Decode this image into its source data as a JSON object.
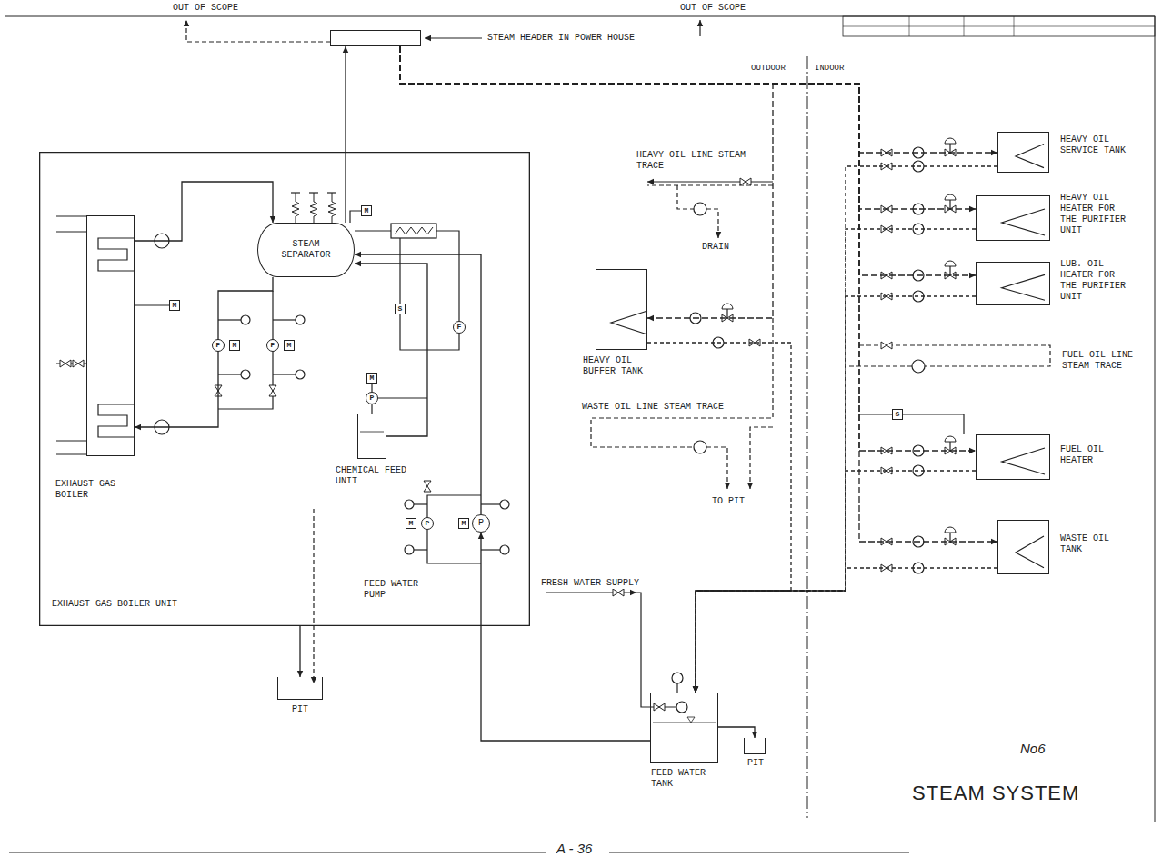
{
  "diagram": {
    "title": "STEAM SYSTEM",
    "nodes": [
      {
        "text": [
          "EXHAUST GAS BOILER UNIT"
        ]
      },
      {
        "text": [
          "EXHAUST GAS BOILER"
        ],
        "in": 0
      },
      {
        "text": [
          "STEAM SEPARATOR"
        ],
        "in": 0
      },
      {
        "text": [
          "CHEMICAL FEED UNIT"
        ],
        "in": 0
      },
      {
        "text": [
          "P",
          "FEED WATER PUMP"
        ],
        "in": 0
      },
      {
        "text": [
          "STEAM HEADER IN POWER HOUSE"
        ]
      },
      {
        "text": [
          "HEAVY OIL BUFFER TANK"
        ]
      },
      {
        "text": [
          "FEED WATER TANK"
        ]
      },
      {
        "text": [
          "HEAVY OIL SERVICE TANK"
        ]
      },
      {
        "text": [
          "HEAVY OIL HEATER FOR THE PURIFIER UNIT"
        ]
      },
      {
        "text": [
          "LUB. OIL HEATER FOR THE PURIFIER UNIT"
        ]
      },
      {
        "text": [
          "FUEL OIL HEATER"
        ]
      },
      {
        "text": [
          "WASTE OIL TANK"
        ]
      },
      {
        "text": [
          "PIT"
        ]
      },
      {
        "text": [
          "PIT"
        ]
      }
    ],
    "edges": [
      {
        "from": 2,
        "to": 5,
        "arrow": "to"
      },
      {
        "from": 1,
        "to": 2,
        "arrow": "to"
      },
      {
        "from": 2,
        "to": 1,
        "arrow": "to"
      },
      {
        "from": 4,
        "to": 2,
        "arrow": "to"
      },
      {
        "from": 7,
        "to": 4,
        "arrow": "to"
      },
      {
        "from": 3,
        "to": 2,
        "arrow": "to"
      },
      {
        "from": 5,
        "to": 8,
        "arrow": "to"
      },
      {
        "from": 5,
        "to": 9,
        "arrow": "to"
      },
      {
        "from": 5,
        "to": 10,
        "arrow": "to"
      },
      {
        "from": 5,
        "to": 11,
        "arrow": "to"
      },
      {
        "from": 5,
        "to": 12,
        "arrow": "to"
      },
      {
        "from": 5,
        "to": 6,
        "arrow": "to"
      },
      {
        "from": 8,
        "to": 7,
        "arrow": "to"
      },
      {
        "from": 9,
        "to": 7,
        "arrow": "to"
      },
      {
        "from": 10,
        "to": 7,
        "arrow": "to"
      },
      {
        "from": 11,
        "to": 7,
        "arrow": "to"
      },
      {
        "from": 12,
        "to": 7,
        "arrow": "to"
      },
      {
        "from": 6,
        "to": 7,
        "arrow": "to"
      },
      {
        "from": 0,
        "to": 13,
        "arrow": "to"
      },
      {
        "from": 7,
        "to": 14,
        "arrow": "to"
      }
    ],
    "labels": [
      "OUT OF SCOPE",
      "OUT OF SCOPE",
      "OUTDOOR",
      "INDOOR",
      "HEAVY OIL LINE STEAM TRACE",
      "DRAIN",
      "WASTE OIL LINE STEAM TRACE",
      "TO PIT",
      "FRESH WATER SUPPLY",
      "FUEL OIL LINE STEAM TRACE",
      "No6",
      "A - 36",
      "M",
      "M",
      "S",
      "F",
      "P",
      "M",
      "P",
      "M",
      "M",
      "P",
      "M",
      "P",
      "M",
      "S"
    ]
  }
}
